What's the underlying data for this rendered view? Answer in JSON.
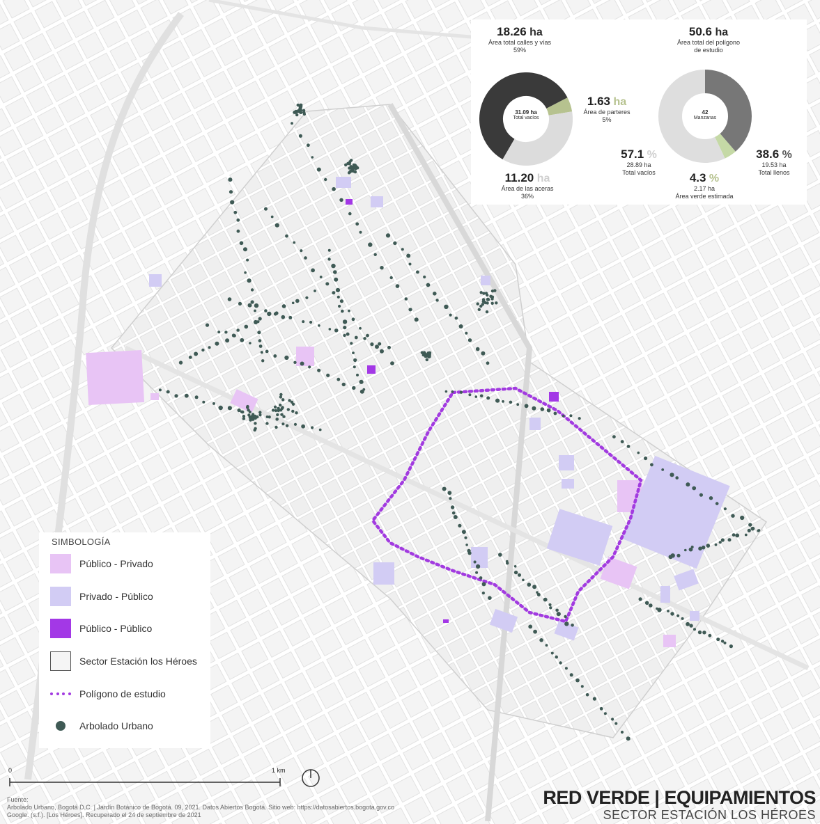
{
  "stats": {
    "left_donut": {
      "top": {
        "value": "18.26",
        "unit": "ha",
        "label": "Área total calles y vías",
        "pct": "59%"
      },
      "center": {
        "value": "31.09 ha",
        "label": "Total vacíos"
      },
      "right": {
        "value": "1.63",
        "unit": "ha",
        "label": "Área de parteres",
        "pct": "5%"
      },
      "bottom": {
        "value": "11.20",
        "unit": "ha",
        "label": "Área de las aceras",
        "pct": "36%"
      },
      "segments": [
        {
          "name": "calles",
          "fraction": 0.59,
          "color": "#3a3a3a"
        },
        {
          "name": "parteres",
          "fraction": 0.05,
          "color": "#b6c28f"
        },
        {
          "name": "aceras",
          "fraction": 0.36,
          "color": "#dcdcdc"
        }
      ]
    },
    "right_donut": {
      "top": {
        "value": "50.6",
        "unit": "ha",
        "label1": "Área total del polígono",
        "label2": "de estudio"
      },
      "center": {
        "value": "42",
        "label": "Manzanas"
      },
      "vacios": {
        "value": "57.1",
        "unit": "%",
        "sub": "28.89 ha",
        "label": "Total vacíos"
      },
      "verde": {
        "value": "4.3",
        "unit": "%",
        "sub": "2.17 ha",
        "label": "Área verde estimada"
      },
      "llenos": {
        "value": "38.6",
        "unit": "%",
        "sub": "19.53 ha",
        "label": "Total llenos"
      },
      "segments": [
        {
          "name": "llenos",
          "fraction": 0.386,
          "color": "#777777"
        },
        {
          "name": "verde",
          "fraction": 0.043,
          "color": "#c5d9a6"
        },
        {
          "name": "vacios",
          "fraction": 0.571,
          "color": "#dedede"
        }
      ]
    },
    "accent_color": "#b6c28f"
  },
  "legend": {
    "title": "SIMBOLOGÍA",
    "items": [
      {
        "label": "Público - Privado",
        "color": "#e8c4f5"
      },
      {
        "label": "Privado - Público",
        "color": "#d2ccf4"
      },
      {
        "label": "Público - Público",
        "color": "#a338e6"
      },
      {
        "label": "Sector Estación los Héroes",
        "color": "#f5f5f5"
      },
      {
        "label": "Polígono de estudio",
        "color": "#a23be0"
      },
      {
        "label": "Arbolado Urbano",
        "color": "#3f5a55"
      }
    ]
  },
  "scale": {
    "start": "0",
    "end": "1 km"
  },
  "source": {
    "line1": "Fuente:",
    "line2": "Arbolado Urbano, Bogotá D.C. | Jardín Botánico de Bogotá. 09, 2021. Datos Abiertos Bogotá. Sitio web: https://datosabiertos.bogota.gov.co",
    "line3": "Google. (s.f.). [Los Héroes]. Recuperado el 24 de septiembre de 2021"
  },
  "title": {
    "main": "RED VERDE | EQUIPAMIENTOS",
    "sub": "SECTOR ESTACIÓN LOS HÉROES"
  }
}
